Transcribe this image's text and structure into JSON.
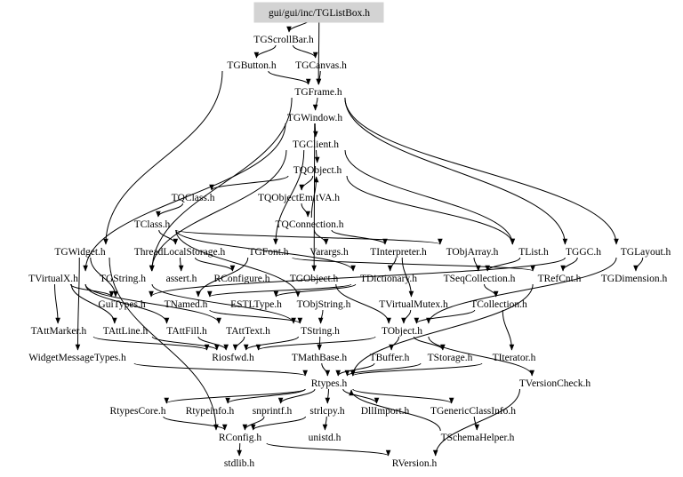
{
  "graph": {
    "root": "gui/gui/inc/TGListBox.h",
    "root_fill": "#d3d3d3",
    "nodes": [
      {
        "id": "TGListBox",
        "label": "gui/gui/inc/TGListBox.h"
      },
      {
        "id": "TGScrollBar",
        "label": "TGScrollBar.h"
      },
      {
        "id": "TGButton",
        "label": "TGButton.h"
      },
      {
        "id": "TGCanvas",
        "label": "TGCanvas.h"
      },
      {
        "id": "TGFrame",
        "label": "TGFrame.h"
      },
      {
        "id": "TGWindow",
        "label": "TGWindow.h"
      },
      {
        "id": "TGClient",
        "label": "TGClient.h"
      },
      {
        "id": "TQObject",
        "label": "TQObject.h"
      },
      {
        "id": "TQClass",
        "label": "TQClass.h"
      },
      {
        "id": "TQObjectEmitVA",
        "label": "TQObjectEmitVA.h"
      },
      {
        "id": "TClass",
        "label": "TClass.h"
      },
      {
        "id": "TQConnection",
        "label": "TQConnection.h"
      },
      {
        "id": "TGWidget",
        "label": "TGWidget.h"
      },
      {
        "id": "ThreadLocalStorage",
        "label": "ThreadLocalStorage.h"
      },
      {
        "id": "TGFont",
        "label": "TGFont.h"
      },
      {
        "id": "Varargs",
        "label": "Varargs.h"
      },
      {
        "id": "TInterpreter",
        "label": "TInterpreter.h"
      },
      {
        "id": "TObjArray",
        "label": "TObjArray.h"
      },
      {
        "id": "TList",
        "label": "TList.h"
      },
      {
        "id": "TGGC",
        "label": "TGGC.h"
      },
      {
        "id": "TGLayout",
        "label": "TGLayout.h"
      },
      {
        "id": "TVirtualX",
        "label": "TVirtualX.h"
      },
      {
        "id": "TGString",
        "label": "TGString.h"
      },
      {
        "id": "assert",
        "label": "assert.h"
      },
      {
        "id": "RConfigure",
        "label": "RConfigure.h"
      },
      {
        "id": "TGObject",
        "label": "TGObject.h"
      },
      {
        "id": "TDictionary",
        "label": "TDictionary.h"
      },
      {
        "id": "TSeqCollection",
        "label": "TSeqCollection.h"
      },
      {
        "id": "TRefCnt",
        "label": "TRefCnt.h"
      },
      {
        "id": "TGDimension",
        "label": "TGDimension.h"
      },
      {
        "id": "GuiTypes",
        "label": "GuiTypes.h"
      },
      {
        "id": "TNamed",
        "label": "TNamed.h"
      },
      {
        "id": "ESTLType",
        "label": "ESTLType.h"
      },
      {
        "id": "TObjString",
        "label": "TObjString.h"
      },
      {
        "id": "TVirtualMutex",
        "label": "TVirtualMutex.h"
      },
      {
        "id": "TCollection",
        "label": "TCollection.h"
      },
      {
        "id": "TAttMarker",
        "label": "TAttMarker.h"
      },
      {
        "id": "TAttLine",
        "label": "TAttLine.h"
      },
      {
        "id": "TAttFill",
        "label": "TAttFill.h"
      },
      {
        "id": "TAttText",
        "label": "TAttText.h"
      },
      {
        "id": "TString",
        "label": "TString.h"
      },
      {
        "id": "TObject",
        "label": "TObject.h"
      },
      {
        "id": "WidgetMessageTypes",
        "label": "WidgetMessageTypes.h"
      },
      {
        "id": "Riosfwd",
        "label": "Riosfwd.h"
      },
      {
        "id": "TMathBase",
        "label": "TMathBase.h"
      },
      {
        "id": "TBuffer",
        "label": "TBuffer.h"
      },
      {
        "id": "TStorage",
        "label": "TStorage.h"
      },
      {
        "id": "TIterator",
        "label": "TIterator.h"
      },
      {
        "id": "Rtypes",
        "label": "Rtypes.h"
      },
      {
        "id": "TVersionCheck",
        "label": "TVersionCheck.h"
      },
      {
        "id": "RtypesCore",
        "label": "RtypesCore.h"
      },
      {
        "id": "Rtypeinfo",
        "label": "Rtypeinfo.h"
      },
      {
        "id": "snprintf",
        "label": "snprintf.h"
      },
      {
        "id": "strlcpy",
        "label": "strlcpy.h"
      },
      {
        "id": "DllImport",
        "label": "DllImport.h"
      },
      {
        "id": "TGenericClassInfo",
        "label": "TGenericClassInfo.h"
      },
      {
        "id": "RConfig",
        "label": "RConfig.h"
      },
      {
        "id": "unistd",
        "label": "unistd.h"
      },
      {
        "id": "TSchemaHelper",
        "label": "TSchemaHelper.h"
      },
      {
        "id": "stdlib",
        "label": "stdlib.h"
      },
      {
        "id": "RVersion",
        "label": "RVersion.h"
      }
    ],
    "edges": [
      [
        "TGListBox",
        "TGScrollBar"
      ],
      [
        "TGListBox",
        "TGFrame"
      ],
      [
        "TGScrollBar",
        "TGButton"
      ],
      [
        "TGScrollBar",
        "TGCanvas"
      ],
      [
        "TGButton",
        "TGFrame"
      ],
      [
        "TGButton",
        "TGWidget"
      ],
      [
        "TGCanvas",
        "TGFrame"
      ],
      [
        "TGFrame",
        "TGWindow"
      ],
      [
        "TGFrame",
        "TGGC"
      ],
      [
        "TGFrame",
        "TGLayout"
      ],
      [
        "TGFrame",
        "TGString"
      ],
      [
        "TGWindow",
        "TGClient"
      ],
      [
        "TGWindow",
        "TGObject"
      ],
      [
        "TGWindow",
        "TVirtualX"
      ],
      [
        "TGClient",
        "TQObject"
      ],
      [
        "TGClient",
        "TList"
      ],
      [
        "TGClient",
        "TGFont"
      ],
      [
        "TGClient",
        "TGString"
      ],
      [
        "TQObject",
        "TQClass"
      ],
      [
        "TQObject",
        "TQObjectEmitVA"
      ],
      [
        "TQObject",
        "TList"
      ],
      [
        "TQClass",
        "TClass"
      ],
      [
        "TQObjectEmitVA",
        "TQConnection"
      ],
      [
        "TQConnection",
        "TQObject"
      ],
      [
        "TQConnection",
        "Varargs"
      ],
      [
        "TQConnection",
        "TInterpreter"
      ],
      [
        "TClass",
        "TObjArray"
      ],
      [
        "TClass",
        "ThreadLocalStorage"
      ],
      [
        "TClass",
        "TDictionary"
      ],
      [
        "TClass",
        "TObjString"
      ],
      [
        "TGWidget",
        "GuiTypes"
      ],
      [
        "TGWidget",
        "WidgetMessageTypes"
      ],
      [
        "TGWidget",
        "RConfig"
      ],
      [
        "ThreadLocalStorage",
        "assert"
      ],
      [
        "ThreadLocalStorage",
        "RConfigure"
      ],
      [
        "TGFont",
        "TRefCnt"
      ],
      [
        "TGFont",
        "TNamed"
      ],
      [
        "TInterpreter",
        "TDictionary"
      ],
      [
        "TInterpreter",
        "TVirtualMutex"
      ],
      [
        "TObjArray",
        "TSeqCollection"
      ],
      [
        "TList",
        "TSeqCollection"
      ],
      [
        "TGGC",
        "TRefCnt"
      ],
      [
        "TGGC",
        "GuiTypes"
      ],
      [
        "TGLayout",
        "TGDimension"
      ],
      [
        "TGLayout",
        "TObject"
      ],
      [
        "TVirtualX",
        "GuiTypes"
      ],
      [
        "TVirtualX",
        "TAttMarker"
      ],
      [
        "TVirtualX",
        "TAttLine"
      ],
      [
        "TVirtualX",
        "TAttFill"
      ],
      [
        "TVirtualX",
        "TAttText"
      ],
      [
        "TGString",
        "TString"
      ],
      [
        "TGObject",
        "TObject"
      ],
      [
        "TDictionary",
        "TNamed"
      ],
      [
        "TDictionary",
        "ESTLType"
      ],
      [
        "TSeqCollection",
        "TCollection"
      ],
      [
        "TRefCnt",
        "Rtypes"
      ],
      [
        "TNamed",
        "TString"
      ],
      [
        "TObjString",
        "TString"
      ],
      [
        "TVirtualMutex",
        "TObject"
      ],
      [
        "TCollection",
        "TObject"
      ],
      [
        "TCollection",
        "TIterator"
      ],
      [
        "TAttMarker",
        "Riosfwd"
      ],
      [
        "TAttLine",
        "Riosfwd"
      ],
      [
        "TAttFill",
        "Riosfwd"
      ],
      [
        "TAttText",
        "Riosfwd"
      ],
      [
        "TString",
        "Riosfwd"
      ],
      [
        "TString",
        "TMathBase"
      ],
      [
        "TObject",
        "TBuffer"
      ],
      [
        "TObject",
        "TStorage"
      ],
      [
        "TObject",
        "TVersionCheck"
      ],
      [
        "TObject",
        "Riosfwd"
      ],
      [
        "WidgetMessageTypes",
        "Rtypes"
      ],
      [
        "TMathBase",
        "Rtypes"
      ],
      [
        "TBuffer",
        "Rtypes"
      ],
      [
        "TStorage",
        "Rtypes"
      ],
      [
        "TIterator",
        "Rtypes"
      ],
      [
        "Rtypes",
        "RtypesCore"
      ],
      [
        "Rtypes",
        "Rtypeinfo"
      ],
      [
        "Rtypes",
        "snprintf"
      ],
      [
        "Rtypes",
        "strlcpy"
      ],
      [
        "Rtypes",
        "DllImport"
      ],
      [
        "Rtypes",
        "TGenericClassInfo"
      ],
      [
        "RtypesCore",
        "RConfig"
      ],
      [
        "snprintf",
        "RConfig"
      ],
      [
        "strlcpy",
        "RConfig"
      ],
      [
        "strlcpy",
        "unistd"
      ],
      [
        "TGenericClassInfo",
        "TSchemaHelper"
      ],
      [
        "TSchemaHelper",
        "Rtypes"
      ],
      [
        "RConfig",
        "stdlib"
      ],
      [
        "RConfig",
        "RVersion"
      ],
      [
        "TVersionCheck",
        "RVersion"
      ]
    ]
  }
}
